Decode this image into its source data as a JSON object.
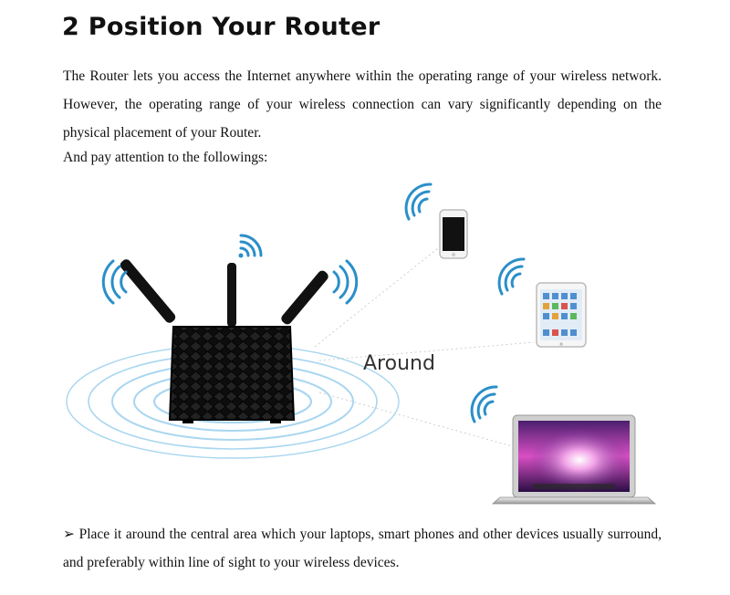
{
  "heading": "2 Position Your Router",
  "paragraph1": "The Router lets you access the Internet anywhere within the operating range of your wireless network. However, the operating range of your wireless connection can vary significantly depending on the physical placement of your Router.",
  "paragraph2": "And pay attention to the followings:",
  "illustration": {
    "center_label": "Around",
    "devices": [
      "router-icon",
      "smartphone-icon",
      "tablet-icon",
      "laptop-icon"
    ],
    "signal_color": "#2a8fc9",
    "ring_color": "#a9d6f0"
  },
  "bullet": {
    "marker": "➢",
    "text": "Place it around the central area which your laptops, smart phones and other devices usually surround, and preferably within line of sight to your wireless devices."
  }
}
